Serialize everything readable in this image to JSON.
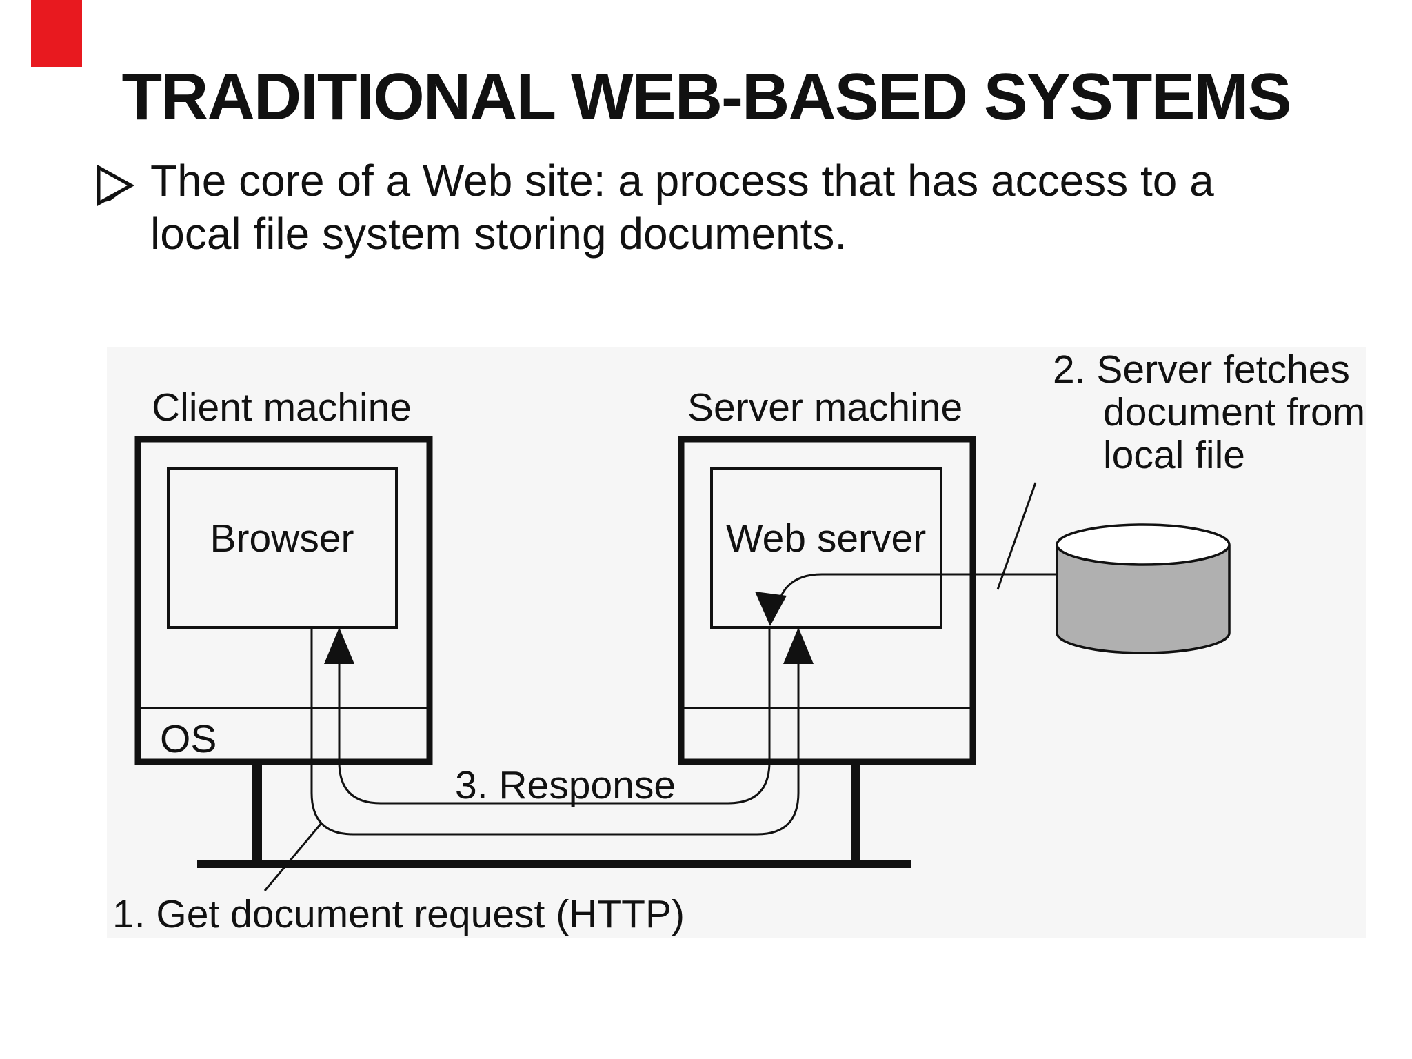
{
  "red_marker": {
    "color": "#e8191f"
  },
  "title": "TRADITIONAL WEB-BASED SYSTEMS",
  "bullet": {
    "line1": "The core of a Web site: a process that has access to a",
    "line2": "local file system storing documents."
  },
  "diagram": {
    "client_machine_label": "Client machine",
    "server_machine_label": "Server machine",
    "browser_label": "Browser",
    "web_server_label": "Web server",
    "os_label": "OS",
    "response_label": "3. Response",
    "request_label": "1. Get document request (HTTP)",
    "fetch_label": {
      "line1": "2. Server fetches",
      "line2": "document from",
      "line3": "local file"
    },
    "colors": {
      "stroke": "#111111",
      "panel_bg": "#f6f6f6",
      "cylinder_body": "#b0b0b0",
      "cylinder_top": "#ffffff"
    }
  }
}
